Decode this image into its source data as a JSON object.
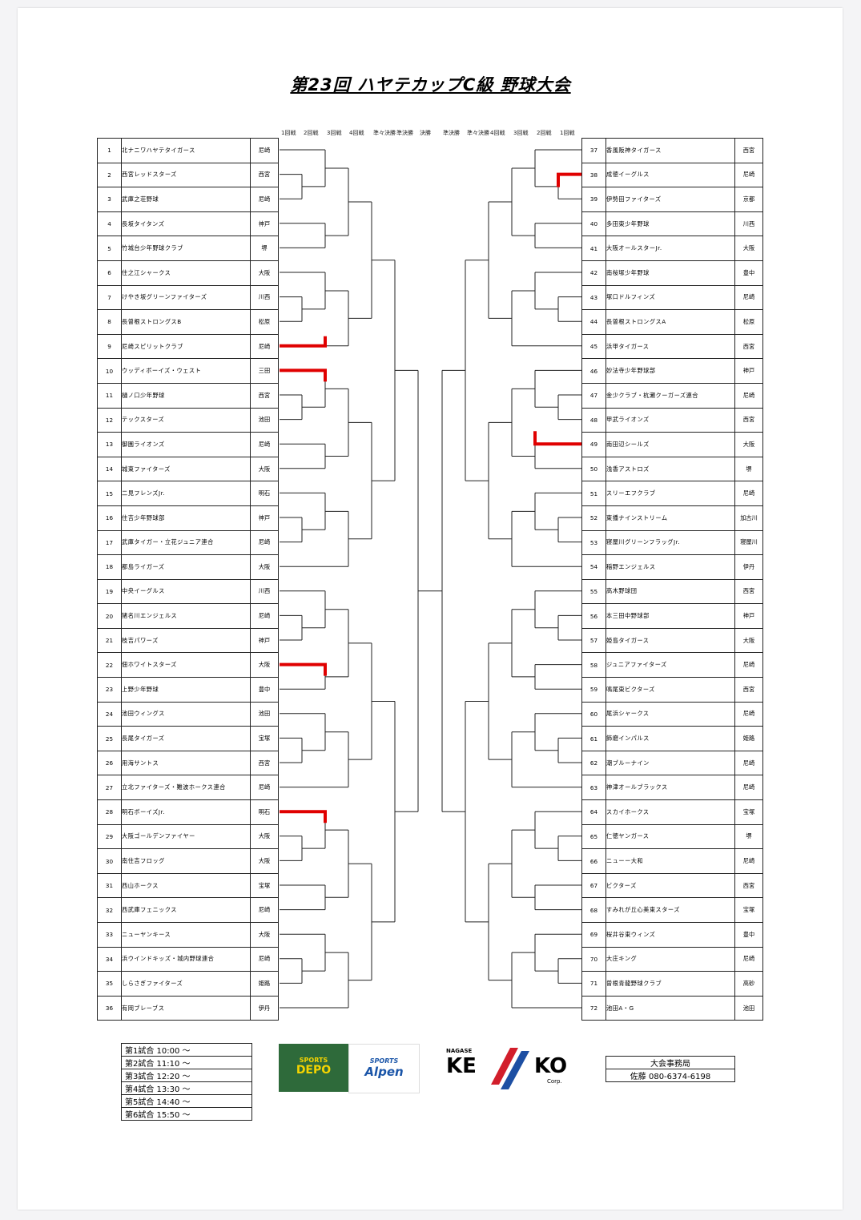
{
  "title": "第23回 ハヤテカップC級 野球大会",
  "round_headers_left": [
    "1回戦",
    "2回戦",
    "3回戦",
    "4回戦",
    "準々決勝",
    "準決勝",
    "決勝"
  ],
  "round_headers_right": [
    "準決勝",
    "準々決勝",
    "4回戦",
    "3回戦",
    "2回戦",
    "1回戦"
  ],
  "left_teams": [
    {
      "no": "1",
      "name": "北ナニワハヤテタイガース",
      "city": "尼崎"
    },
    {
      "no": "2",
      "name": "西宮レッドスターズ",
      "city": "西宮"
    },
    {
      "no": "3",
      "name": "武庫之荘野球",
      "city": "尼崎"
    },
    {
      "no": "4",
      "name": "長坂タイタンズ",
      "city": "神戸"
    },
    {
      "no": "5",
      "name": "竹城台少年野球クラブ",
      "city": "堺"
    },
    {
      "no": "6",
      "name": "住之江シャークス",
      "city": "大阪"
    },
    {
      "no": "7",
      "name": "けやき坂グリーンファイターズ",
      "city": "川西"
    },
    {
      "no": "8",
      "name": "長曽根ストロングスB",
      "city": "松原"
    },
    {
      "no": "9",
      "name": "尼崎スピリットクラブ",
      "city": "尼崎"
    },
    {
      "no": "10",
      "name": "ウッディボーイズ・ウェスト",
      "city": "三田"
    },
    {
      "no": "11",
      "name": "樋ノ口少年野球",
      "city": "西宮"
    },
    {
      "no": "12",
      "name": "テックスターズ",
      "city": "池田"
    },
    {
      "no": "13",
      "name": "御園ライオンズ",
      "city": "尼崎"
    },
    {
      "no": "14",
      "name": "城東ファイターズ",
      "city": "大阪"
    },
    {
      "no": "15",
      "name": "二見フレンズJr.",
      "city": "明石"
    },
    {
      "no": "16",
      "name": "住吉少年野球部",
      "city": "神戸"
    },
    {
      "no": "17",
      "name": "武庫タイガー・立花ジュニア連合",
      "city": "尼崎"
    },
    {
      "no": "18",
      "name": "都島ライガーズ",
      "city": "大阪"
    },
    {
      "no": "19",
      "name": "中央イーグルス",
      "city": "川西"
    },
    {
      "no": "20",
      "name": "猪名川エンジェルス",
      "city": "尼崎"
    },
    {
      "no": "21",
      "name": "枝吉パワーズ",
      "city": "神戸"
    },
    {
      "no": "22",
      "name": "佃ホワイトスターズ",
      "city": "大阪"
    },
    {
      "no": "23",
      "name": "上野少年野球",
      "city": "豊中"
    },
    {
      "no": "24",
      "name": "池田ウィングス",
      "city": "池田"
    },
    {
      "no": "25",
      "name": "長尾タイガーズ",
      "city": "宝塚"
    },
    {
      "no": "26",
      "name": "用海サントス",
      "city": "西宮"
    },
    {
      "no": "27",
      "name": "立北ファイターズ・難波ホークス連合",
      "city": "尼崎"
    },
    {
      "no": "28",
      "name": "明石ボーイズJr.",
      "city": "明石"
    },
    {
      "no": "29",
      "name": "大阪ゴールデンファイヤー",
      "city": "大阪"
    },
    {
      "no": "30",
      "name": "南住吉フロッグ",
      "city": "大阪"
    },
    {
      "no": "31",
      "name": "西山ホークス",
      "city": "宝塚"
    },
    {
      "no": "32",
      "name": "西武庫フェニックス",
      "city": "尼崎"
    },
    {
      "no": "33",
      "name": "ニューヤンキース",
      "city": "大阪"
    },
    {
      "no": "34",
      "name": "浜ウインドキッズ・城内野球連合",
      "city": "尼崎"
    },
    {
      "no": "35",
      "name": "しらさぎファイターズ",
      "city": "姫路"
    },
    {
      "no": "36",
      "name": "有岡ブレーブス",
      "city": "伊丹"
    }
  ],
  "right_teams": [
    {
      "no": "37",
      "name": "香風阪神タイガース",
      "city": "西宮"
    },
    {
      "no": "38",
      "name": "成徳イーグルス",
      "city": "尼崎"
    },
    {
      "no": "39",
      "name": "伊勢田ファイターズ",
      "city": "京都"
    },
    {
      "no": "40",
      "name": "多田東少年野球",
      "city": "川西"
    },
    {
      "no": "41",
      "name": "大阪オールスターJr.",
      "city": "大阪"
    },
    {
      "no": "42",
      "name": "南桜塚少年野球",
      "city": "豊中"
    },
    {
      "no": "43",
      "name": "塚口ドルフィンズ",
      "city": "尼崎"
    },
    {
      "no": "44",
      "name": "長曽根ストロングスA",
      "city": "松原"
    },
    {
      "no": "45",
      "name": "浜甲タイガース",
      "city": "西宮"
    },
    {
      "no": "46",
      "name": "妙法寺少年野球部",
      "city": "神戸"
    },
    {
      "no": "47",
      "name": "金少クラブ・杭瀬クーガーズ連合",
      "city": "尼崎"
    },
    {
      "no": "48",
      "name": "甲武ライオンズ",
      "city": "西宮"
    },
    {
      "no": "49",
      "name": "南田辺シールズ",
      "city": "大阪"
    },
    {
      "no": "50",
      "name": "浅香アストロズ",
      "city": "堺"
    },
    {
      "no": "51",
      "name": "スリーエフクラブ",
      "city": "尼崎"
    },
    {
      "no": "52",
      "name": "東播ナインストリーム",
      "city": "加古川"
    },
    {
      "no": "53",
      "name": "寝屋川グリーンフラッグJr.",
      "city": "寝屋川"
    },
    {
      "no": "54",
      "name": "稲野エンジェルス",
      "city": "伊丹"
    },
    {
      "no": "55",
      "name": "高木野球団",
      "city": "西宮"
    },
    {
      "no": "56",
      "name": "本三田中野球部",
      "city": "神戸"
    },
    {
      "no": "57",
      "name": "姫島タイガース",
      "city": "大阪"
    },
    {
      "no": "58",
      "name": "ジュニアファイターズ",
      "city": "尼崎"
    },
    {
      "no": "59",
      "name": "鳴尾東ビクターズ",
      "city": "西宮"
    },
    {
      "no": "60",
      "name": "尾浜シャークス",
      "city": "尼崎"
    },
    {
      "no": "61",
      "name": "飾磨インパルス",
      "city": "姫路"
    },
    {
      "no": "62",
      "name": "潮ブルーナイン",
      "city": "尼崎"
    },
    {
      "no": "63",
      "name": "神津オールブラックス",
      "city": "尼崎"
    },
    {
      "no": "64",
      "name": "スカイホークス",
      "city": "宝塚"
    },
    {
      "no": "65",
      "name": "仁徳ヤンガース",
      "city": "堺"
    },
    {
      "no": "66",
      "name": "ニューー大和",
      "city": "尼崎"
    },
    {
      "no": "67",
      "name": "ビクターズ",
      "city": "西宮"
    },
    {
      "no": "68",
      "name": "すみれが丘心美東スターズ",
      "city": "宝塚"
    },
    {
      "no": "69",
      "name": "桜井谷東ウィンズ",
      "city": "豊中"
    },
    {
      "no": "70",
      "name": "大庄キング",
      "city": "尼崎"
    },
    {
      "no": "71",
      "name": "曽根青龍野球クラブ",
      "city": "高砂"
    },
    {
      "no": "72",
      "name": "池田A・G",
      "city": "池田"
    }
  ],
  "schedule": [
    "第1試合 10:00 〜",
    "第2試合 11:10 〜",
    "第3試合 12:20 〜",
    "第4試合 13:30 〜",
    "第5試合 14:40 〜",
    "第6試合 15:50 〜"
  ],
  "sponsors": {
    "depo_top": "SPORTS",
    "depo_main": "DEPO",
    "alpen_top": "SPORTS",
    "alpen_main": "Alpen",
    "kenko_top": "NAGASE",
    "kenko_ke": "KE",
    "kenko_ko": "KO",
    "kenko_corp": "Corp."
  },
  "office": {
    "title": "大会事務局",
    "contact": "佐藤 080-6374-6198"
  },
  "colors": {
    "highlight": "#e00000",
    "line": "#222222"
  }
}
